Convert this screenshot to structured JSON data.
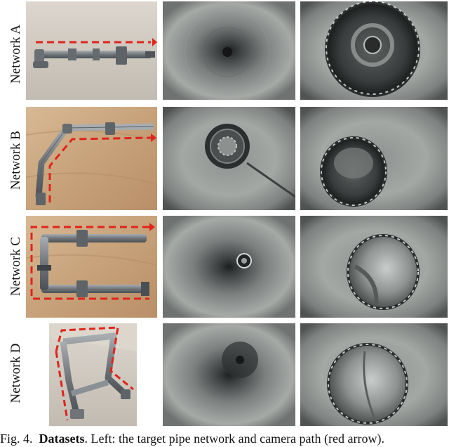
{
  "figure": {
    "rows": [
      {
        "label": "Network A",
        "photo_alt": "Pipe network A with camera path (red arrow)",
        "view1_alt": "Inside view of pipe A looking down bore",
        "view2_alt": "Inside view of pipe A showing tee junction opening"
      },
      {
        "label": "Network B",
        "photo_alt": "Pipe network B with camera path (red arrow)",
        "view1_alt": "Inside view of pipe B showing joint",
        "view2_alt": "Inside view of pipe B showing elbow opening"
      },
      {
        "label": "Network C",
        "photo_alt": "Pipe network C with camera path (red arrow)",
        "view1_alt": "Inside view of pipe C looking down bore",
        "view2_alt": "Inside view of pipe C showing bend"
      },
      {
        "label": "Network D",
        "photo_alt": "Pipe network D with camera path (red arrow)",
        "view1_alt": "Inside view of pipe D looking down bore",
        "view2_alt": "Inside view of pipe D showing elbow"
      }
    ],
    "caption": {
      "prefix": "Fig. 4.",
      "bold": "Datasets",
      "rest": ". Left: the target pipe network and camera path (red arrow)."
    }
  },
  "colors": {
    "path_red": "#e0241b",
    "pipe_gray": "#7f8489",
    "wood_bg": "#c9a77f",
    "wall_bg": "#cfc9c0"
  }
}
